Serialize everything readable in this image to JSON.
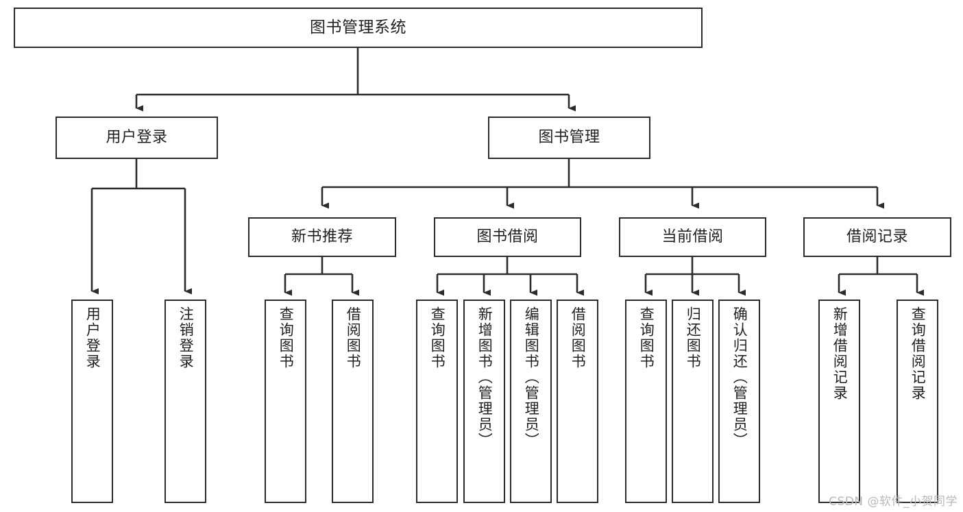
{
  "diagram": {
    "title": "图书管理系统",
    "type": "functional-structure-tree",
    "stroke_color": "#2b2b2b",
    "fill_color": "#ffffff",
    "text_color": "#1f1f1f"
  },
  "root": {
    "label": "图书管理系统"
  },
  "level2": [
    {
      "label": "用户登录"
    },
    {
      "label": "图书管理"
    }
  ],
  "level3": [
    {
      "label": "新书推荐"
    },
    {
      "label": "图书借阅"
    },
    {
      "label": "当前借阅"
    },
    {
      "label": "借阅记录"
    }
  ],
  "leaves": {
    "user_login": [
      {
        "label": "用户登录"
      },
      {
        "label": "注销登录"
      }
    ],
    "new_book": [
      {
        "label": "查询图书"
      },
      {
        "label": "借阅图书"
      }
    ],
    "book_borrow": [
      {
        "label": "查询图书"
      },
      {
        "label": "新增图书（管理员）"
      },
      {
        "label": "编辑图书（管理员）"
      },
      {
        "label": "借阅图书"
      }
    ],
    "current_borrow": [
      {
        "label": "查询图书"
      },
      {
        "label": "归还图书"
      },
      {
        "label": "确认归还（管理员）"
      }
    ],
    "borrow_record": [
      {
        "label": "新增借阅记录"
      },
      {
        "label": "查询借阅记录"
      }
    ]
  },
  "watermark": {
    "text": "CSDN @软件_小贺同学"
  }
}
